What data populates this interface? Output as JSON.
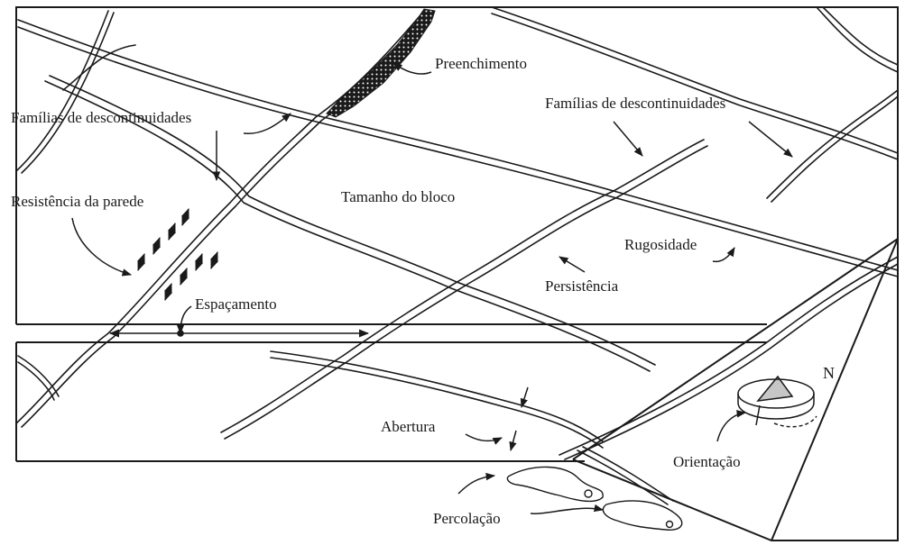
{
  "labels": {
    "preenchimento": "Preenchimento",
    "familias_left": "Famílias de descontinuidades",
    "familias_right": "Famílias de descontinuidades",
    "resistencia": "Resistência da parede",
    "tamanho": "Tamanho do bloco",
    "rugosidade": "Rugosidade",
    "persistencia": "Persistência",
    "espacamento": "Espaçamento",
    "abertura": "Abertura",
    "orientacao": "Orientação",
    "percolacao": "Percolação",
    "north": "N"
  },
  "colors": {
    "ink": "#1a1a1a",
    "background": "#ffffff"
  }
}
